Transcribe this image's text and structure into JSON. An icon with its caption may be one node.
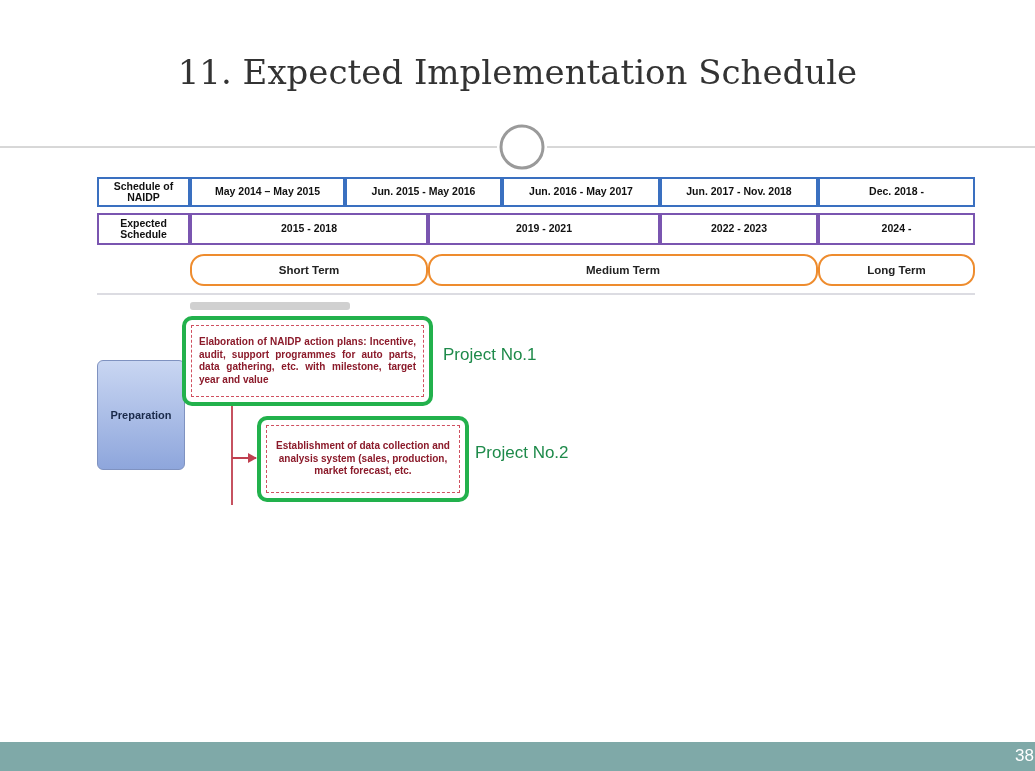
{
  "diagram": {
    "title": "11. Expected Implementation Schedule",
    "nodes": [
      {
        "text": [
          "Short Term"
        ]
      },
      {
        "text": [
          "Medium Term"
        ]
      },
      {
        "text": [
          "Long Term"
        ]
      },
      {
        "text": [
          "Preparation"
        ]
      },
      {
        "text": [
          "Elaboration of NAIDP action plans: Incentive, audit, support programmes for auto parts, data gathering, etc. with milestone, target year and value"
        ],
        "beside": [
          "Project No.1"
        ]
      },
      {
        "text": [
          "Establishment of data collection and analysis system (sales, production, market forecast, etc."
        ],
        "beside": [
          "Project No.2"
        ]
      }
    ],
    "edges": [
      {
        "from": 4,
        "to": 5,
        "arrow": "to"
      }
    ],
    "labels": [
      "Schedule of NAIDP",
      "May 2014 – May 2015",
      "Jun. 2015 - May 2016",
      "Jun. 2016 - May 2017",
      "Jun. 2017 - Nov. 2018",
      "Dec. 2018 -",
      "Expected Schedule",
      "2015 - 2018",
      "2019 - 2021",
      "2022 - 2023",
      "2024 -",
      "38"
    ]
  }
}
